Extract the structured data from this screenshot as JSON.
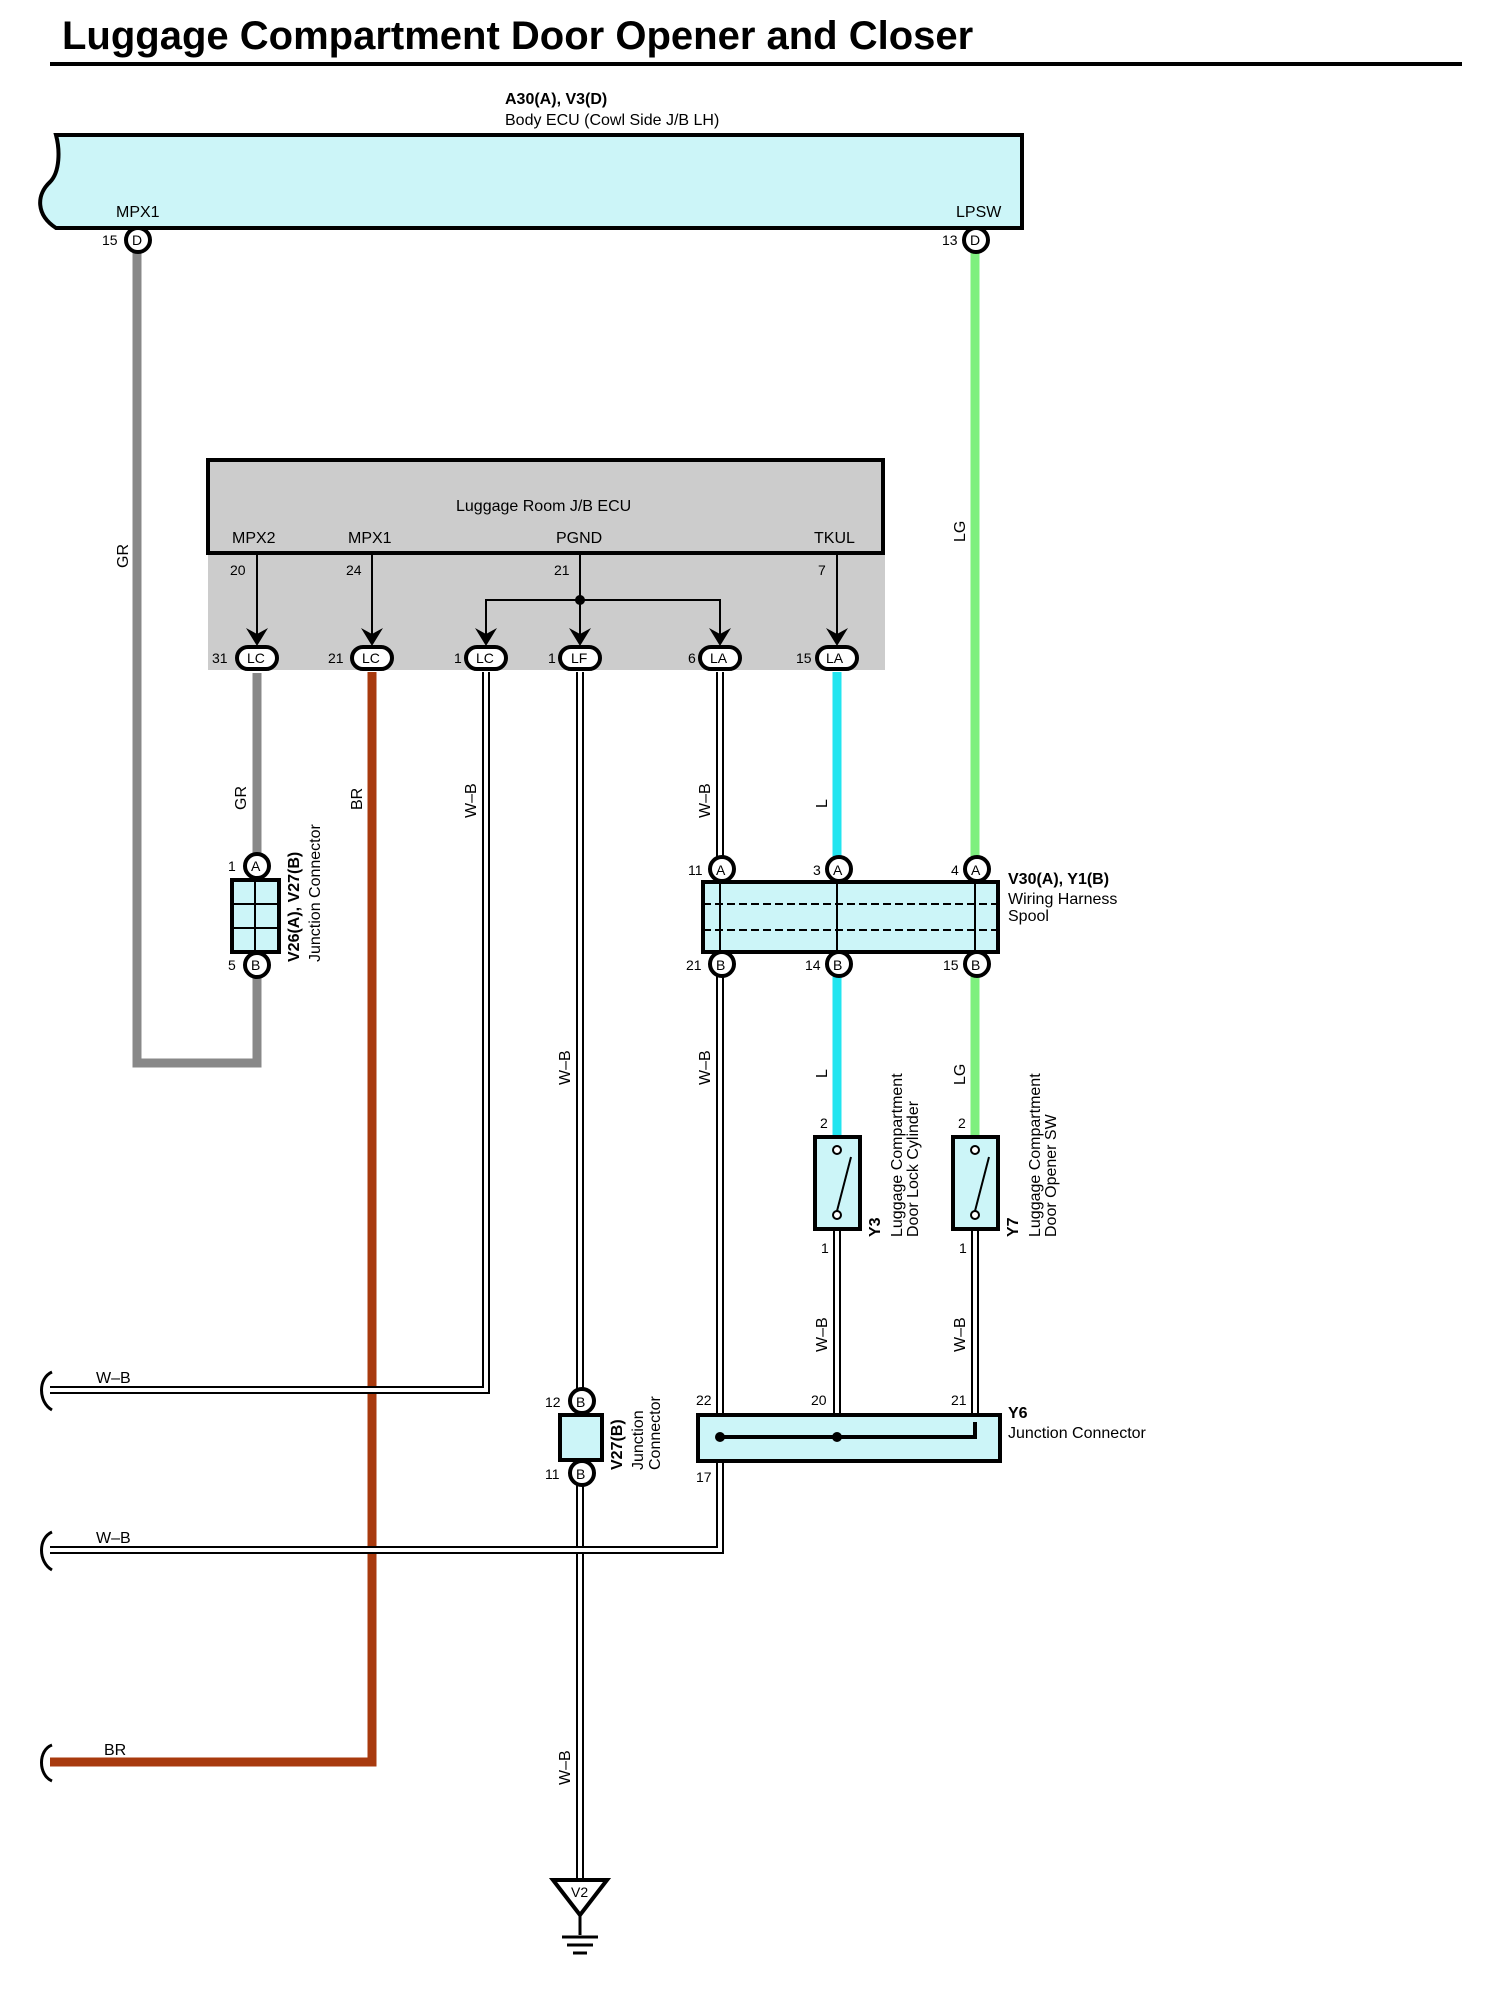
{
  "title": "Luggage Compartment Door Opener and Closer",
  "colors": {
    "GR": "#888888",
    "BR": "#a83a0e",
    "LG": "#7ef07e",
    "L": "#22e5f0",
    "WB_outline": "#000000",
    "ecu_fill": "#ccf5f8",
    "jb_fill": "#cccccc"
  },
  "body_ecu": {
    "ref": "A30(A), V3(D)",
    "name": "Body ECU (Cowl Side J/B LH)",
    "term_left": "MPX1",
    "term_right": "LPSW",
    "pin_left_num": "15",
    "pin_left_conn": "D",
    "pin_right_num": "13",
    "pin_right_conn": "D"
  },
  "jb_ecu": {
    "name": "Luggage Room J/B ECU",
    "terms": [
      "MPX2",
      "MPX1",
      "PGND",
      "TKUL"
    ],
    "inner_pins": [
      "20",
      "24",
      "21",
      "7"
    ],
    "conn_pins": [
      {
        "num": "31",
        "conn": "LC"
      },
      {
        "num": "21",
        "conn": "LC"
      },
      {
        "num": "1",
        "conn": "LC"
      },
      {
        "num": "1",
        "conn": "LF"
      },
      {
        "num": "6",
        "conn": "LA"
      },
      {
        "num": "15",
        "conn": "LA"
      }
    ]
  },
  "junction_v26": {
    "ref": "V26(A), V27(B)",
    "name": "Junction Connector",
    "pin_top": "1",
    "conn_top": "A",
    "pin_bot": "5",
    "conn_bot": "B"
  },
  "spool": {
    "ref": "V30(A), Y1(B)",
    "name1": "Wiring Harness",
    "name2": "Spool",
    "top_pins": [
      {
        "num": "11",
        "conn": "A"
      },
      {
        "num": "3",
        "conn": "A"
      },
      {
        "num": "4",
        "conn": "A"
      }
    ],
    "bot_pins": [
      {
        "num": "21",
        "conn": "B"
      },
      {
        "num": "14",
        "conn": "B"
      },
      {
        "num": "15",
        "conn": "B"
      }
    ]
  },
  "y3": {
    "ref": "Y3",
    "name1": "Luggage Compartment",
    "name2": "Door Lock Cylinder",
    "pin_top": "2",
    "pin_bot": "1"
  },
  "y7": {
    "ref": "Y7",
    "name1": "Luggage Compartment",
    "name2": "Door Opener SW",
    "pin_top": "2",
    "pin_bot": "1"
  },
  "y6": {
    "ref": "Y6",
    "name": "Junction Connector",
    "pins": [
      "22",
      "20",
      "21",
      "17"
    ]
  },
  "v27": {
    "ref": "V27(B)",
    "name1": "Junction",
    "name2": "Connector",
    "pin_top": "12",
    "conn_top": "B",
    "pin_bot": "11",
    "conn_bot": "B"
  },
  "ground": {
    "ref": "V2"
  },
  "wire_labels": {
    "gr": "GR",
    "br": "BR",
    "lg": "LG",
    "l": "L",
    "wb": "W–B"
  }
}
